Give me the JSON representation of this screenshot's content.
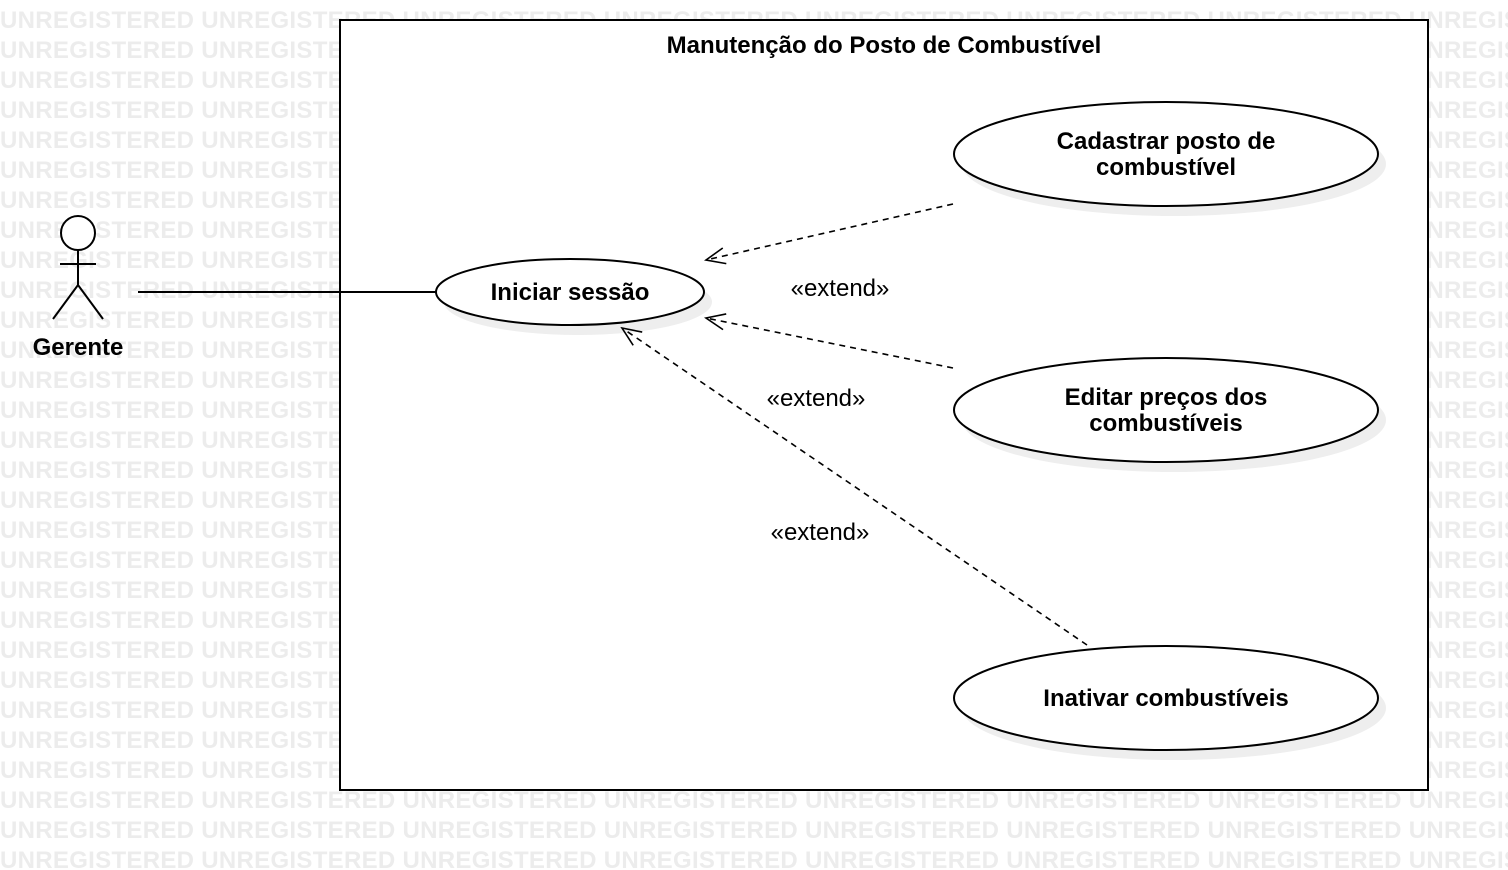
{
  "watermark": "UNREGISTERED",
  "system": {
    "title": "Manutenção do Posto de Combustível"
  },
  "actor": {
    "name": "Gerente"
  },
  "use_cases": {
    "iniciar": {
      "label": "Iniciar sessão"
    },
    "cadastrar": {
      "label_line1": "Cadastrar posto de",
      "label_line2": "combustível"
    },
    "editar": {
      "label_line1": "Editar preços dos",
      "label_line2": "combustíveis"
    },
    "inativar": {
      "label": "Inativar combustíveis"
    }
  },
  "relations": {
    "extend_cadastrar": "«extend»",
    "extend_editar": "«extend»",
    "extend_inativar": "«extend»"
  },
  "colors": {
    "stroke": "#000000",
    "shadow": "#eeeeee",
    "watermark": "#ececec"
  }
}
